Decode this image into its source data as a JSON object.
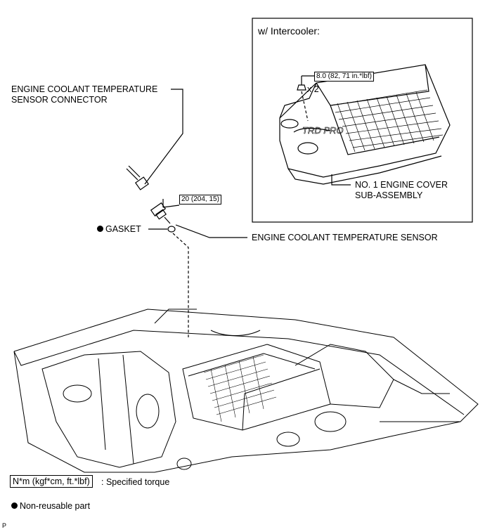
{
  "inset": {
    "title": "w/ Intercooler:"
  },
  "labels": {
    "connector": "ENGINE COOLANT TEMPERATURE SENSOR CONNECTOR",
    "connector_line1": "ENGINE COOLANT TEMPERATURE",
    "connector_line2": "SENSOR CONNECTOR",
    "sensor": "ENGINE COOLANT TEMPERATURE SENSOR",
    "gasket": "GASKET",
    "cover_line1": "NO. 1 ENGINE COVER",
    "cover_line2": "SUB-ASSEMBLY",
    "qty": "x 2",
    "footer_code": "P"
  },
  "torque": {
    "sensor": "20 (204, 15)",
    "cover_nut": "8.0 (82, 71 in.*lbf)"
  },
  "legend": {
    "torque_unit": "N*m (kgf*cm, ft.*lbf)",
    "torque_desc": ": Specified torque",
    "nonreusable": "Non-reusable part"
  }
}
